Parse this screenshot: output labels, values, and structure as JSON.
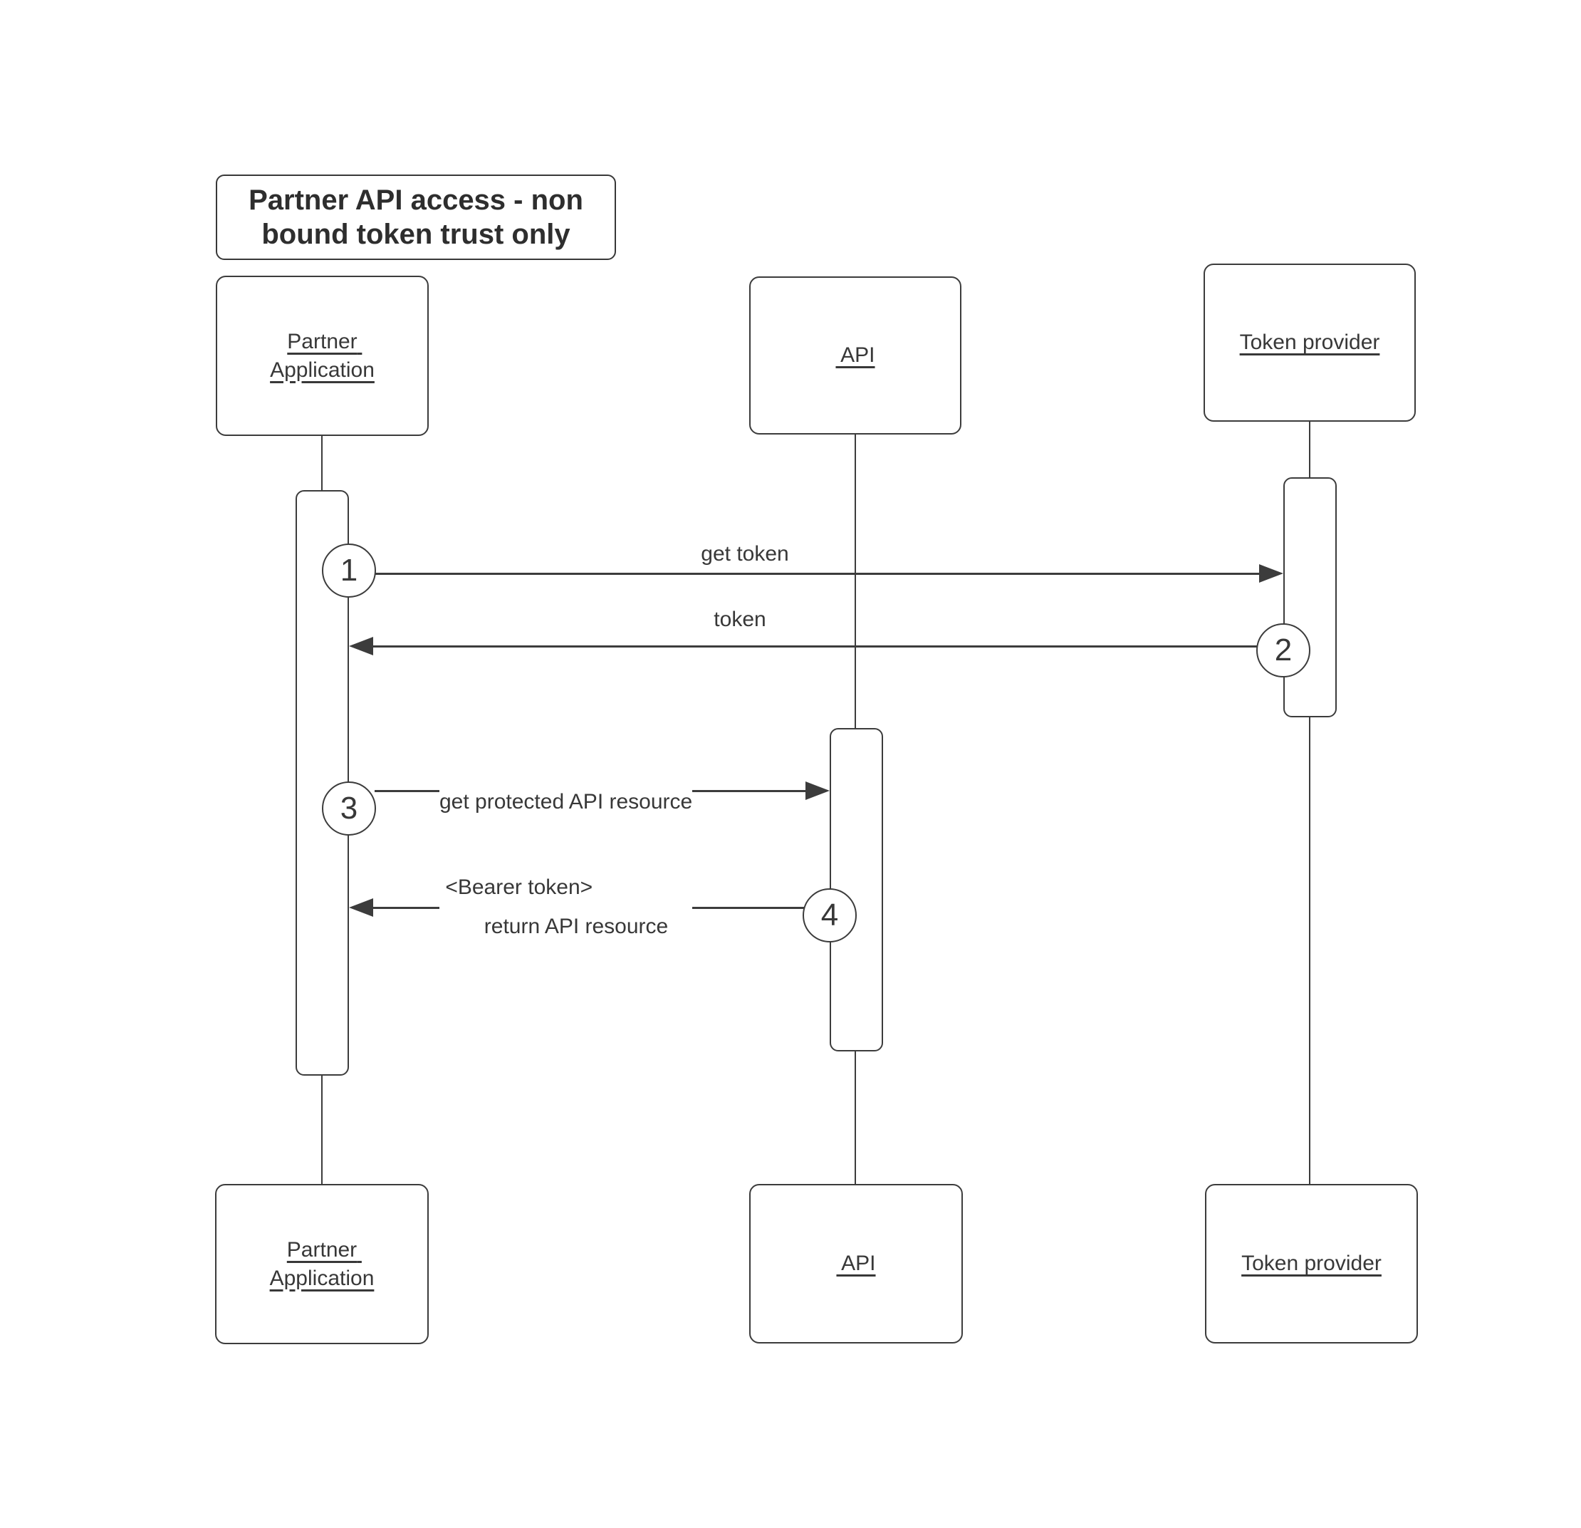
{
  "diagram": {
    "title": {
      "lines": [
        "Partner API access - non",
        "bound token trust only"
      ]
    },
    "actors": [
      {
        "id": "partner-application",
        "label": "Partner Application"
      },
      {
        "id": "api",
        "label": " API"
      },
      {
        "id": "token-provider",
        "label": "Token provider"
      }
    ],
    "messages": [
      {
        "step": "1",
        "from": "partner-application",
        "to": "token-provider",
        "lines": [
          "get token"
        ]
      },
      {
        "step": "2",
        "from": "token-provider",
        "to": "partner-application",
        "lines": [
          "token"
        ]
      },
      {
        "step": "3",
        "from": "partner-application",
        "to": "api",
        "lines": [
          "get protected API resource",
          " <Bearer token>"
        ]
      },
      {
        "step": "4",
        "from": "api",
        "to": "partner-application",
        "lines": [
          "return API resource"
        ]
      }
    ],
    "colors": {
      "background": "#ffffff",
      "ink": "#3c3c3c",
      "text": "#383838",
      "title_text": "#2e2e2e"
    }
  }
}
